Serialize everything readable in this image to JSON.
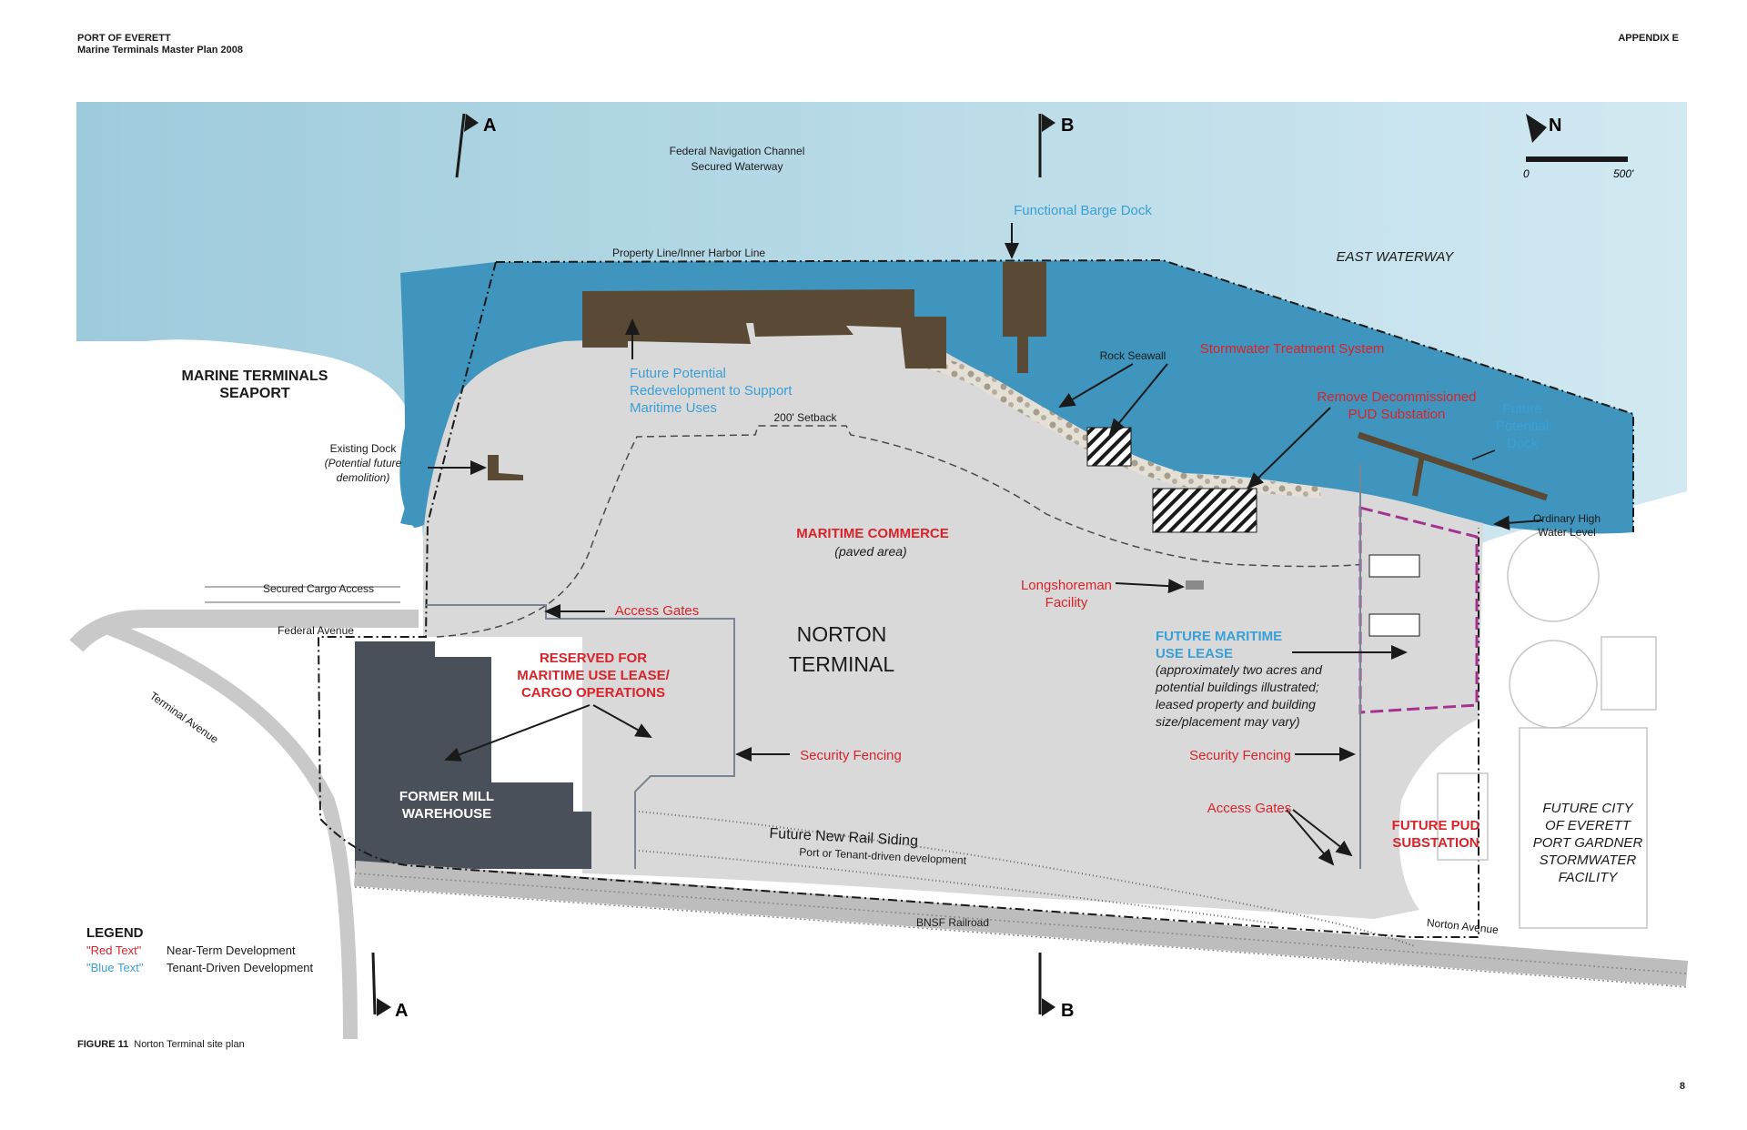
{
  "header": {
    "org": "PORT OF EVERETT",
    "doc": "Marine Terminals Master Plan 2008",
    "appendix": "APPENDIX E"
  },
  "colors": {
    "water_light": "#a9d3e0",
    "water_deep": "#3f95bd",
    "land": "#d9d9d9",
    "building_brown": "#5a4a35",
    "warehouse": "#4a505a",
    "red_text": "#d8232a",
    "blue_text": "#3a9fd6",
    "lease_boundary": "#a4338f"
  },
  "map": {
    "water": {
      "channel": "Federal Navigation Channel",
      "secured": "Secured Waterway",
      "east_waterway": "EAST WATERWAY"
    },
    "labels": {
      "property_line": "Property Line/Inner Harbor Line",
      "functional_barge_dock": "Functional Barge Dock",
      "future_redevelopment_1": "Future Potential",
      "future_redevelopment_2": "Redevelopment to Support",
      "future_redevelopment_3": "Maritime Uses",
      "setback": "200' Setback",
      "rock_seawall": "Rock Seawall",
      "stormwater": "Stormwater Treatment System",
      "remove_pud_1": "Remove Decommissioned",
      "remove_pud_2": "PUD Substation",
      "future_dock_1": "Future",
      "future_dock_2": "Potential",
      "future_dock_3": "Dock",
      "ohwl_1": "Ordinary High",
      "ohwl_2": "Water Level",
      "marine_seaport_1": "MARINE TERMINALS",
      "marine_seaport_2": "SEAPORT",
      "existing_dock_1": "Existing Dock",
      "existing_dock_2": "(Potential future",
      "existing_dock_3": "demolition)",
      "maritime_commerce": "MARITIME COMMERCE",
      "paved_area": "(paved area)",
      "longshoreman_1": "Longshoreman",
      "longshoreman_2": "Facility",
      "secured_cargo": "Secured Cargo Access",
      "access_gates_left": "Access Gates",
      "federal_avenue": "Federal Avenue",
      "terminal_avenue": "Terminal Avenue",
      "reserved_1": "RESERVED FOR",
      "reserved_2": "MARITIME USE LEASE/",
      "reserved_3": "CARGO OPERATIONS",
      "norton_1": "NORTON",
      "norton_2": "TERMINAL",
      "future_lease_1": "FUTURE MARITIME",
      "future_lease_2": "USE LEASE",
      "lease_note_1": "(approximately two acres and",
      "lease_note_2": "potential buildings illustrated;",
      "lease_note_3": "leased property and building",
      "lease_note_4": "size/placement may vary)",
      "security_fencing_left": "Security Fencing",
      "security_fencing_right": "Security Fencing",
      "access_gates_right": "Access Gates",
      "former_mill_1": "FORMER MILL",
      "former_mill_2": "WAREHOUSE",
      "rail_siding": "Future New Rail Siding",
      "rail_siding_sub": "Port or Tenant-driven development",
      "bnsf": "BNSF Railroad",
      "norton_avenue": "Norton Avenue",
      "future_pud_1": "FUTURE PUD",
      "future_pud_2": "SUBSTATION",
      "city_facility_1": "FUTURE CITY",
      "city_facility_2": "OF EVERETT",
      "city_facility_3": "PORT GARDNER",
      "city_facility_4": "STORMWATER",
      "city_facility_5": "FACILITY"
    },
    "sections": {
      "a": "A",
      "b": "B"
    },
    "north": {
      "letter": "N",
      "scale_zero": "0",
      "scale_max": "500'"
    }
  },
  "legend": {
    "title": "LEGEND",
    "red_key": "\"Red Text\"",
    "red_desc": "Near-Term Development",
    "blue_key": "\"Blue Text\"",
    "blue_desc": "Tenant-Driven Development"
  },
  "caption": {
    "figure": "FIGURE 11",
    "text": "Norton Terminal site plan"
  },
  "page_number": "8"
}
